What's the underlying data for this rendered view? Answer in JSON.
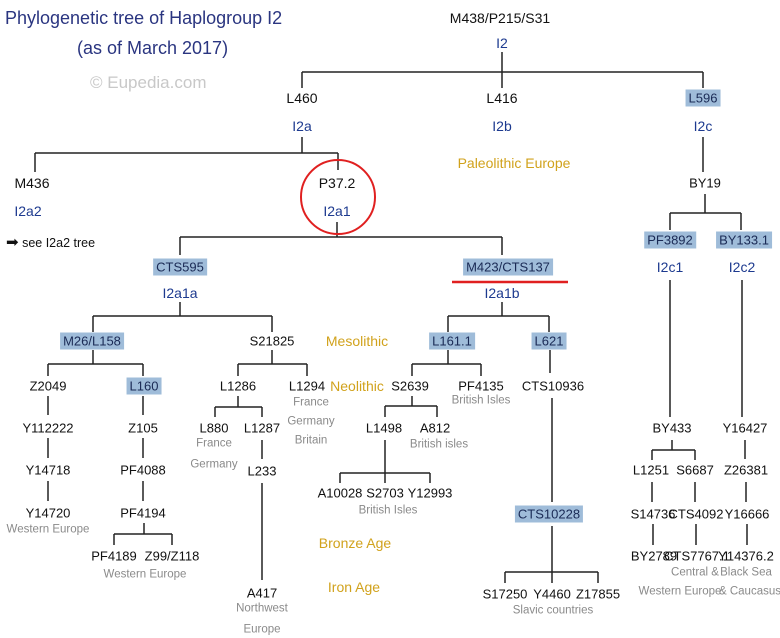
{
  "header": {
    "title": "Phylogenetic tree of Haplogroup I2",
    "subtitle": "(as of March 2017)",
    "copyright": "© Eupedia.com",
    "see_link": "see I2a2 tree"
  },
  "colors": {
    "highlight": "#9fbcd9",
    "subclade": "#1d3a8f",
    "era": "#d1a21c",
    "region": "#8a8a8a",
    "circle": "#e02020"
  },
  "nodes": {
    "root": "M438/P215/S31",
    "I2": "I2",
    "L460": "L460",
    "I2a": "I2a",
    "L416": "L416",
    "I2b": "I2b",
    "L596": "L596",
    "I2c": "I2c",
    "M436": "M436",
    "I2a2": "I2a2",
    "P37_2": "P37.2",
    "I2a1": "I2a1",
    "BY19": "BY19",
    "PF3892": "PF3892",
    "BY133_1": "BY133.1",
    "I2c1": "I2c1",
    "I2c2": "I2c2",
    "CTS595": "CTS595",
    "I2a1a": "I2a1a",
    "M423": "M423/CTS137",
    "I2a1b": "I2a1b",
    "M26": "M26/L158",
    "S21825": "S21825",
    "L161_1": "L161.1",
    "L621": "L621",
    "Z2049": "Z2049",
    "L160": "L160",
    "L1286": "L1286",
    "L1294": "L1294",
    "S2639": "S2639",
    "PF4135": "PF4135",
    "CTS10936": "CTS10936",
    "Y112222": "Y112222",
    "Y14718": "Y14718",
    "Y14720": "Y14720",
    "Z105": "Z105",
    "PF4088": "PF4088",
    "PF4194": "PF4194",
    "PF4189": "PF4189",
    "Z99": "Z99/Z118",
    "L880": "L880",
    "L1287": "L1287",
    "L233": "L233",
    "A417": "A417",
    "L1498": "L1498",
    "A812": "A812",
    "A10028": "A10028",
    "S2703": "S2703",
    "Y12993": "Y12993",
    "CTS10228": "CTS10228",
    "S17250": "S17250",
    "Y4460": "Y4460",
    "Z17855": "Z17855",
    "BY433": "BY433",
    "L1251": "L1251",
    "S6687": "S6687",
    "S14736": "S14736",
    "CTS4092": "CTS4092",
    "BY2789": "BY2789",
    "CTS7767_1": "CTS7767.1",
    "Y16427": "Y16427",
    "Z26381": "Z26381",
    "Y16666": "Y16666",
    "Y14376_2": "Y14376.2"
  },
  "regions": {
    "we1": "Western Europe",
    "we2": "Western Europe",
    "fr1": "France",
    "de1": "Germany",
    "fr2": "France",
    "de2": "Germany",
    "gb": "Britain",
    "nw1": "Northwest",
    "nw2": "Europe",
    "bi1": "British Isles",
    "bi2": "British isles",
    "bi3": "British Isles",
    "slav": "Slavic countries",
    "cwe1": "Central &",
    "cwe2": "Western Europe",
    "bsc1": "Black Sea",
    "bsc2": "& Caucasus"
  },
  "eras": {
    "paleo": "Paleolithic Europe",
    "meso": "Mesolithic",
    "neo": "Neolithic",
    "bronze": "Bronze Age",
    "iron": "Iron Age"
  }
}
